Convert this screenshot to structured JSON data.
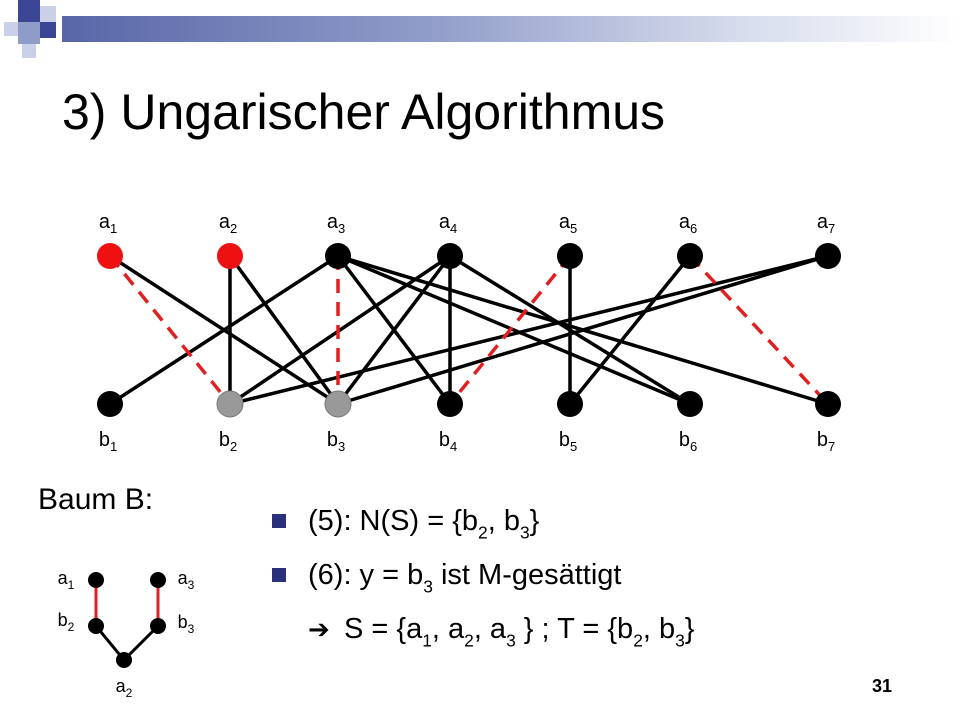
{
  "slide": {
    "title": "3) Ungarischer Algorithmus",
    "page_number": "31"
  },
  "graph": {
    "top_nodes": [
      {
        "id": "a1",
        "base": "a",
        "sub": "1",
        "fill": "#ee1111"
      },
      {
        "id": "a2",
        "base": "a",
        "sub": "2",
        "fill": "#ee1111"
      },
      {
        "id": "a3",
        "base": "a",
        "sub": "3",
        "fill": "#000000"
      },
      {
        "id": "a4",
        "base": "a",
        "sub": "4",
        "fill": "#000000"
      },
      {
        "id": "a5",
        "base": "a",
        "sub": "5",
        "fill": "#000000"
      },
      {
        "id": "a6",
        "base": "a",
        "sub": "6",
        "fill": "#000000"
      },
      {
        "id": "a7",
        "base": "a",
        "sub": "7",
        "fill": "#000000"
      }
    ],
    "bottom_nodes": [
      {
        "id": "b1",
        "base": "b",
        "sub": "1",
        "fill": "#000000"
      },
      {
        "id": "b2",
        "base": "b",
        "sub": "2",
        "fill": "#999999"
      },
      {
        "id": "b3",
        "base": "b",
        "sub": "3",
        "fill": "#999999"
      },
      {
        "id": "b4",
        "base": "b",
        "sub": "4",
        "fill": "#000000"
      },
      {
        "id": "b5",
        "base": "b",
        "sub": "5",
        "fill": "#000000"
      },
      {
        "id": "b6",
        "base": "b",
        "sub": "6",
        "fill": "#000000"
      },
      {
        "id": "b7",
        "base": "b",
        "sub": "7",
        "fill": "#000000"
      }
    ],
    "edges": [
      [
        "a1",
        "b3"
      ],
      [
        "a2",
        "b2"
      ],
      [
        "a2",
        "b3"
      ],
      [
        "a3",
        "b1"
      ],
      [
        "a3",
        "b4"
      ],
      [
        "a3",
        "b6"
      ],
      [
        "a3",
        "b7"
      ],
      [
        "a4",
        "b2"
      ],
      [
        "a4",
        "b3"
      ],
      [
        "a4",
        "b4"
      ],
      [
        "a4",
        "b6"
      ],
      [
        "a5",
        "b5"
      ],
      [
        "a6",
        "b5"
      ],
      [
        "a7",
        "b2"
      ],
      [
        "a7",
        "b3"
      ]
    ],
    "matching": [
      [
        "a1",
        "b2"
      ],
      [
        "a3",
        "b3"
      ],
      [
        "a5",
        "b4"
      ],
      [
        "a6",
        "b7"
      ]
    ],
    "edge_color": "#000000",
    "matching_color": "#e02020"
  },
  "tree": {
    "label": "Baum B:",
    "nodes": [
      {
        "id": "a1",
        "base": "a",
        "sub": "1"
      },
      {
        "id": "a3",
        "base": "a",
        "sub": "3"
      },
      {
        "id": "b2",
        "base": "b",
        "sub": "2"
      },
      {
        "id": "b3",
        "base": "b",
        "sub": "3"
      },
      {
        "id": "a2",
        "base": "a",
        "sub": "2"
      }
    ],
    "edges": [
      [
        "a1",
        "b2",
        "red"
      ],
      [
        "a3",
        "b3",
        "red"
      ],
      [
        "b2",
        "a2",
        "black"
      ],
      [
        "b3",
        "a2",
        "black"
      ]
    ]
  },
  "text": {
    "line1": {
      "p1": "(5): N(S) = {b",
      "s1": "2",
      "p2": ", b",
      "s2": "3",
      "p3": "}"
    },
    "line2": {
      "p1": "(6): y = b",
      "s1": "3",
      "p2": " ist M-gesättigt"
    },
    "line3": {
      "p1": "S = {a",
      "s1": "1",
      "p2": ", a",
      "s2": "2",
      "p3": ", a",
      "s3": "3",
      "p4": " } ; T = {b",
      "s4": "2",
      "p5": ", b",
      "s5": "3",
      "p6": "}"
    },
    "arrow": "➔"
  },
  "colors": {
    "title_bar_dark": "#5866a8",
    "bullet": "#2a2f7a",
    "square_dark": "#3a4694",
    "square_mid": "#8f9bc8",
    "square_light": "#c9d0e8"
  }
}
